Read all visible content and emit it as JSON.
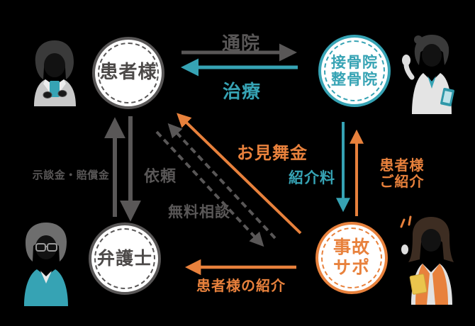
{
  "diagram": {
    "background": "#000000",
    "colors": {
      "gray": "#595757",
      "teal": "#36A3B4",
      "orange": "#E8813C",
      "node_text_dark": "#4C4948",
      "circle_fill": "#ffffff"
    },
    "nodes": {
      "patient": {
        "label": "患者様",
        "color": "#4C4948",
        "border": "#595757"
      },
      "clinic": {
        "lines": [
          "接骨院",
          "整骨院"
        ],
        "color": "#36A3B4"
      },
      "lawyer": {
        "label": "弁護士",
        "color": "#4C4948",
        "border": "#595757"
      },
      "jikosapo": {
        "lines": [
          "事故",
          "サポ"
        ],
        "color": "#E8813C"
      }
    },
    "edges": {
      "tsuin": {
        "label": "通院",
        "from": "患者様",
        "to": "接骨院・整骨院",
        "color": "#595757"
      },
      "chiryo": {
        "label": "治療",
        "from": "接骨院・整骨院",
        "to": "患者様",
        "color": "#36A3B4"
      },
      "jidan": {
        "label": "示談金・賠償金",
        "from": "弁護士",
        "to": "患者様",
        "color": "#595757"
      },
      "irai": {
        "label": "依頼",
        "from": "患者様",
        "to": "弁護士",
        "color": "#595757"
      },
      "muryo_sodan": {
        "label": "無料相談",
        "between": [
          "患者様",
          "事故サポ"
        ],
        "color": "#595757",
        "style": "dashed"
      },
      "omimai": {
        "label": "お見舞金",
        "from": "事故サポ",
        "to": "患者様",
        "color": "#E8813C"
      },
      "shokairyo": {
        "label": "紹介料",
        "from": "接骨院・整骨院",
        "to": "事故サポ",
        "color": "#36A3B4"
      },
      "kanja_goshokai": {
        "lines": [
          "患者様",
          "ご紹介"
        ],
        "from": "事故サポ",
        "to": "接骨院・整骨院",
        "color": "#E8813C"
      },
      "kanja_no_shokai": {
        "label": "患者様の紹介",
        "from": "事故サポ",
        "to": "弁護士",
        "color": "#E8813C"
      }
    },
    "illustrations": {
      "patient": "patient-with-smartphone",
      "clinic": "clinic-staff-waving",
      "lawyer": "lawyer-with-glasses",
      "jikosapo": "support-staff-with-folder"
    }
  }
}
